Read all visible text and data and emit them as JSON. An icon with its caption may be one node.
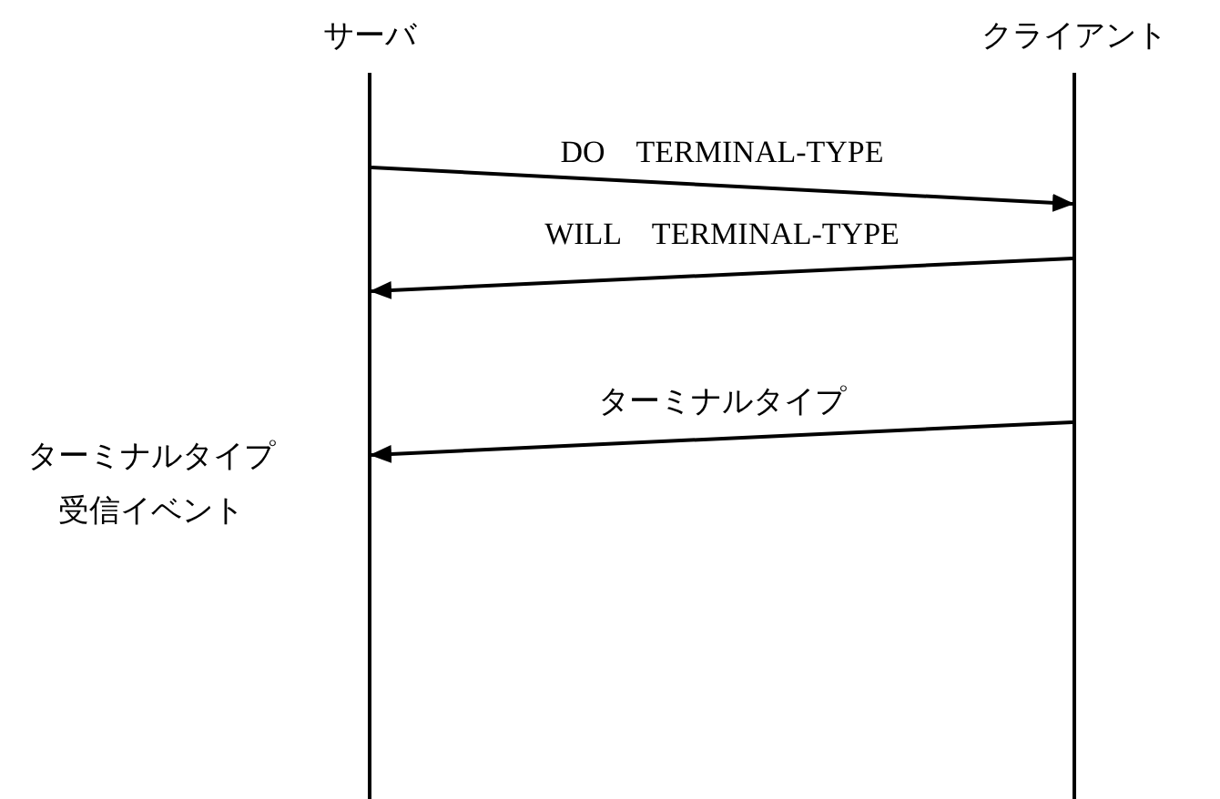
{
  "diagram": {
    "nodes": [
      {
        "text": [
          "サーバ"
        ]
      },
      {
        "text": [
          "クライアント"
        ]
      }
    ],
    "edges": [
      {
        "from": 0,
        "to": 1,
        "arrow": "to",
        "label": "DO　TERMINAL-TYPE"
      },
      {
        "from": 1,
        "to": 0,
        "arrow": "to",
        "label": "WILL　TERMINAL-TYPE"
      },
      {
        "from": 1,
        "to": 0,
        "arrow": "to",
        "label": "ターミナルタイプ"
      }
    ],
    "labels": [
      "ターミナルタイプ受信イベント"
    ]
  }
}
